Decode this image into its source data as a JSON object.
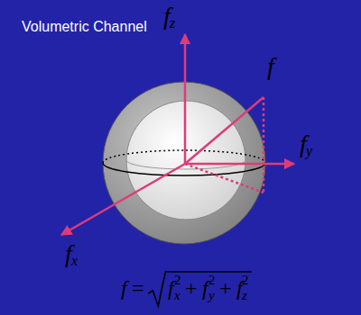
{
  "diagram": {
    "labels": [
      "Volumetric Channel",
      "f",
      "z",
      "f",
      "f",
      "y",
      "f",
      "x",
      "f",
      "=",
      "f",
      "x",
      "2",
      "+",
      "f",
      "y",
      "2",
      "+",
      "f",
      "z",
      "2"
    ]
  }
}
